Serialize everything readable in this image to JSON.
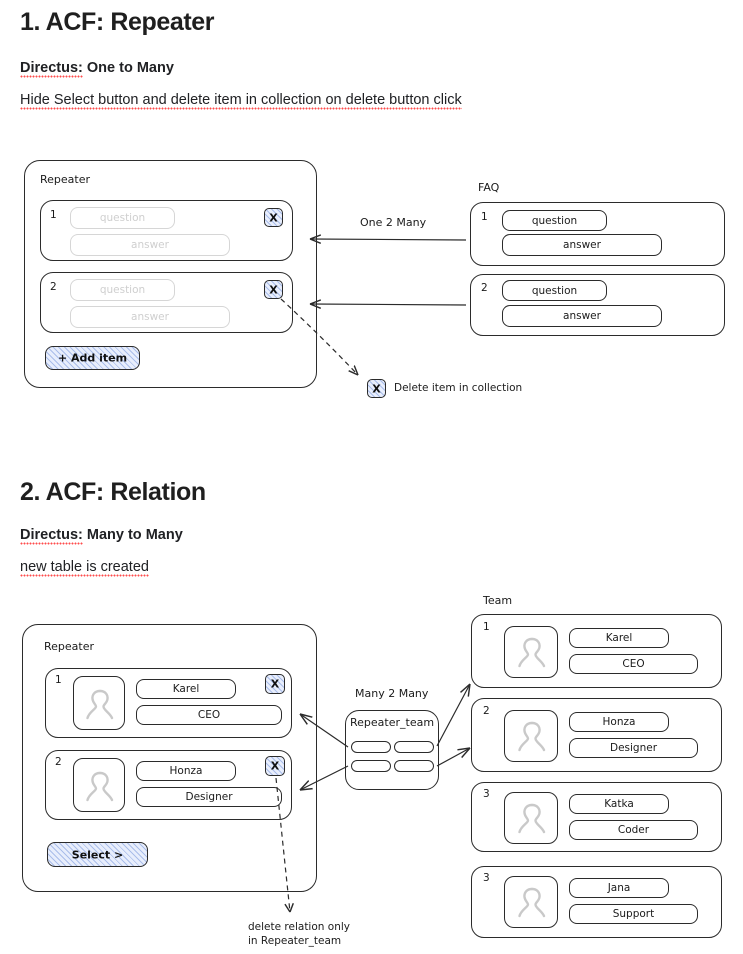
{
  "sections": [
    {
      "title": "1. ACF: Repeater",
      "subtitle_label": "Directus:",
      "subtitle_value": "One to Many",
      "note": "Hide Select button and delete item in collection on delete button click"
    },
    {
      "title": "2. ACF: Relation",
      "subtitle_label": "Directus:",
      "subtitle_value": "Many to Many",
      "note": "new table is created"
    }
  ],
  "diagram1": {
    "repeater_label": "Repeater",
    "faq_label": "FAQ",
    "relation_label": "One 2 Many",
    "add_button": "+ Add item",
    "x_button": "X",
    "legend": "Delete item in collection",
    "repeater_items": [
      {
        "index": "1",
        "question": "question",
        "answer": "answer"
      },
      {
        "index": "2",
        "question": "question",
        "answer": "answer"
      }
    ],
    "faq_items": [
      {
        "index": "1",
        "question": "question",
        "answer": "answer"
      },
      {
        "index": "2",
        "question": "question",
        "answer": "answer"
      }
    ]
  },
  "diagram2": {
    "repeater_label": "Repeater",
    "team_label": "Team",
    "relation_label": "Many 2 Many",
    "junction_label": "Repeater_team",
    "select_button": "Select >",
    "x_button": "X",
    "footnote": "delete relation only\nin Repeater_team",
    "repeater_items": [
      {
        "index": "1",
        "name": "Karel",
        "role": "CEO"
      },
      {
        "index": "2",
        "name": "Honza",
        "role": "Designer"
      }
    ],
    "team_items": [
      {
        "index": "1",
        "name": "Karel",
        "role": "CEO"
      },
      {
        "index": "2",
        "name": "Honza",
        "role": "Designer"
      },
      {
        "index": "3",
        "name": "Katka",
        "role": "Coder"
      },
      {
        "index": "3",
        "name": "Jana",
        "role": "Support"
      }
    ]
  },
  "colors": {
    "accent_hatch": "#e8eefc",
    "stroke": "#2b2b2b",
    "spellcheck": "#ff4d4d",
    "ghost_text": "#cfcfcf"
  }
}
